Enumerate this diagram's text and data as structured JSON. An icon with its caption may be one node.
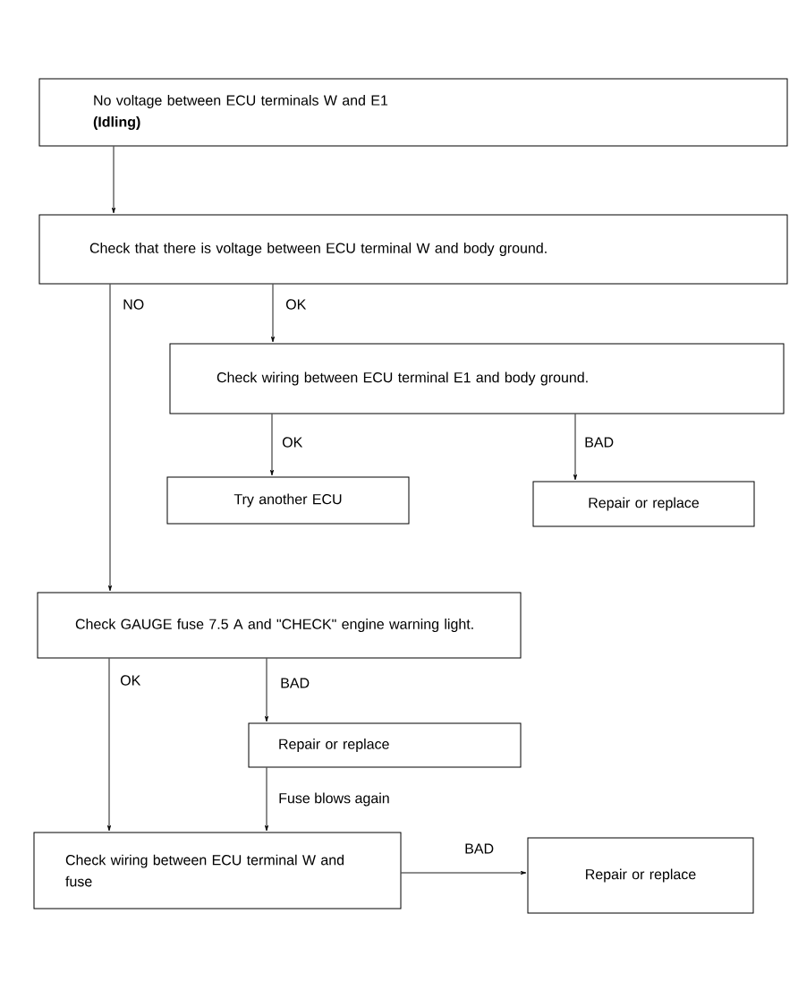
{
  "diagram": {
    "nodes": [
      {
        "text": [
          "No voltage between ECU terminals W and E1",
          "(Idling)"
        ]
      },
      {
        "text": [
          "Check that there is voltage between ECU terminal W and body ground."
        ]
      },
      {
        "text": [
          "Check wiring between ECU terminal E1 and body ground."
        ]
      },
      {
        "text": [
          "Try another ECU"
        ]
      },
      {
        "text": [
          "Repair or replace"
        ]
      },
      {
        "text": [
          "Check GAUGE fuse 7.5 A and \"CHECK\" engine warning light."
        ]
      },
      {
        "text": [
          "Repair or replace"
        ]
      },
      {
        "text": [
          "Check wiring between ECU terminal W and fuse"
        ]
      },
      {
        "text": [
          "Repair or replace"
        ]
      }
    ],
    "edges": [
      {
        "from": 0,
        "to": 1,
        "arrow": "to"
      },
      {
        "from": 1,
        "to": 5,
        "arrow": "to",
        "label": "NO"
      },
      {
        "from": 1,
        "to": 2,
        "arrow": "to",
        "label": "OK"
      },
      {
        "from": 2,
        "to": 3,
        "arrow": "to",
        "label": "OK"
      },
      {
        "from": 2,
        "to": 4,
        "arrow": "to",
        "label": "BAD"
      },
      {
        "from": 5,
        "to": 7,
        "arrow": "to",
        "label": "OK"
      },
      {
        "from": 5,
        "to": 6,
        "arrow": "to",
        "label": "BAD"
      },
      {
        "from": 6,
        "to": 7,
        "arrow": "to",
        "label": "Fuse blows again"
      },
      {
        "from": 7,
        "to": 8,
        "arrow": "to",
        "label": "BAD"
      }
    ]
  }
}
